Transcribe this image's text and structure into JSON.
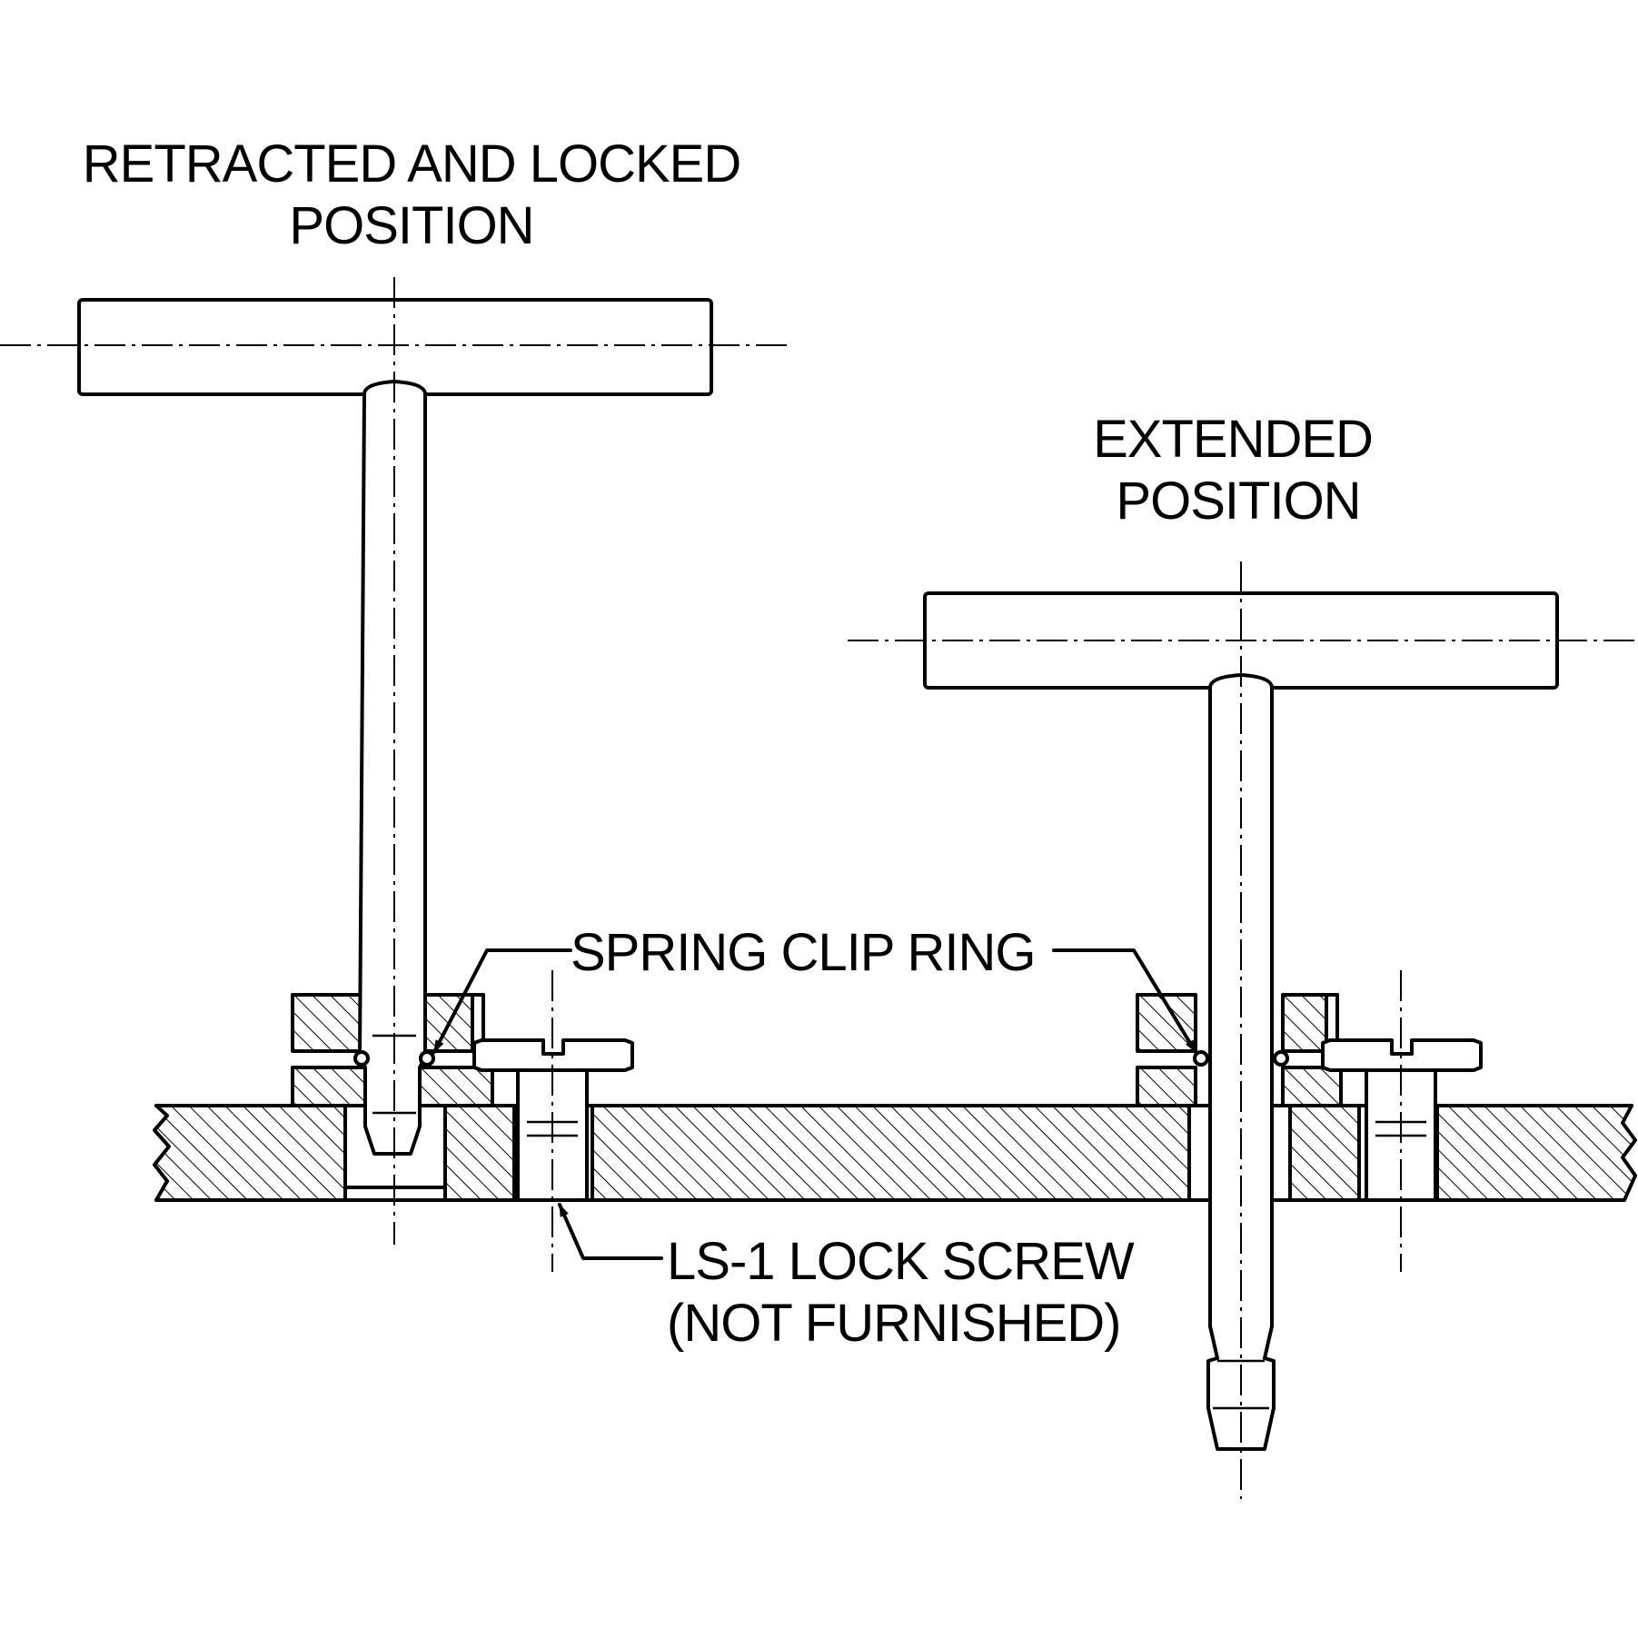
{
  "labels": {
    "retracted_line1": "RETRACTED AND LOCKED",
    "retracted_line2": "POSITION",
    "extended_line1": "EXTENDED",
    "extended_line2": "POSITION",
    "spring_clip_ring": "SPRING CLIP RING",
    "lock_screw_line1": "LS-1 LOCK SCREW",
    "lock_screw_line2": "(NOT FURNISHED)"
  },
  "colors": {
    "ink": "#000000",
    "paper": "#ffffff"
  }
}
